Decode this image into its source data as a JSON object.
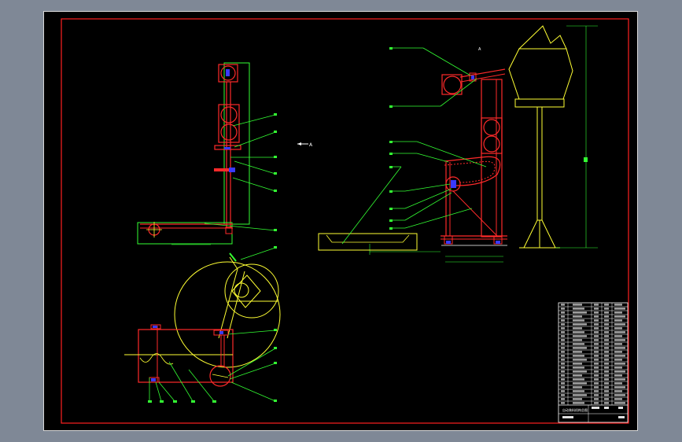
{
  "drawing": {
    "view_arrow_label": "A",
    "top_note": "A",
    "title_block_caption": "自动装料机构总图"
  },
  "colors": {
    "background": "#000000",
    "frame": "#ff2020",
    "outline": "#ffffff",
    "part_red": "#ff2a2a",
    "part_green": "#33ff33",
    "part_yellow": "#ffff33",
    "part_blue": "#3a3aff",
    "part_white": "#f0f0f0",
    "desktop": "#7f8896"
  }
}
